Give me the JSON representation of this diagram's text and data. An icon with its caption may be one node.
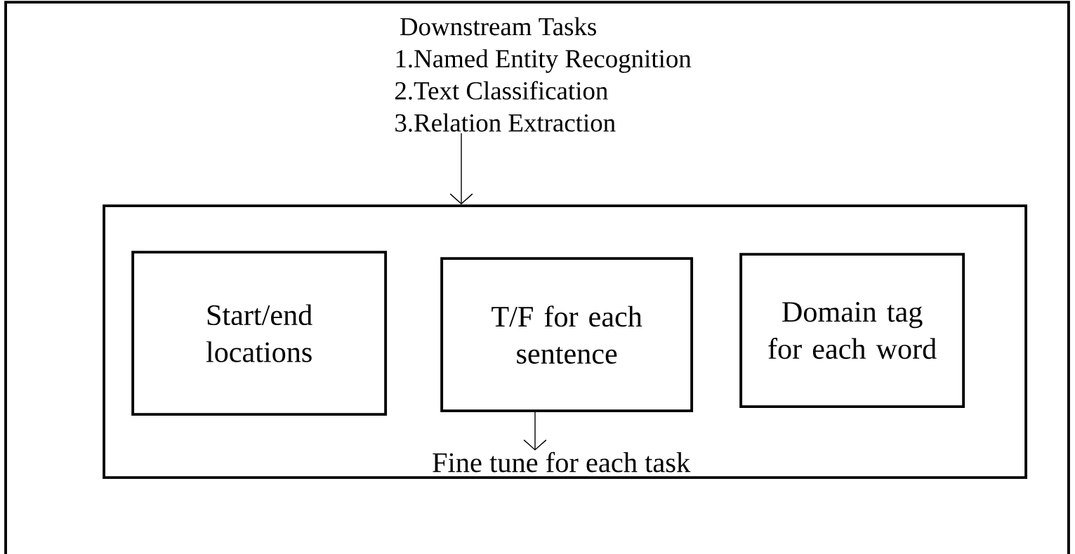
{
  "diagram": {
    "nodes": [
      {
        "text": [],
        "shape": "box"
      },
      {
        "text": [
          "Downstream Tasks",
          "1.Named Entity Recognition",
          "2.Text Classification",
          "3.Relation Extraction"
        ],
        "in": 0
      },
      {
        "text": [],
        "shape": "box",
        "in": 0
      },
      {
        "text": [
          "Start/end locations"
        ],
        "in": 2
      },
      {
        "text": [
          "T/F for each sentence"
        ],
        "in": 2
      },
      {
        "text": [
          "Domain tag for each word"
        ],
        "in": 2
      },
      {
        "text": [
          "Fine tune for each task"
        ],
        "in": 2
      }
    ],
    "edges": [
      {
        "from": 1,
        "to": 2,
        "arrow": "to"
      },
      {
        "from": 4,
        "to": 6,
        "arrow": "to"
      }
    ]
  }
}
